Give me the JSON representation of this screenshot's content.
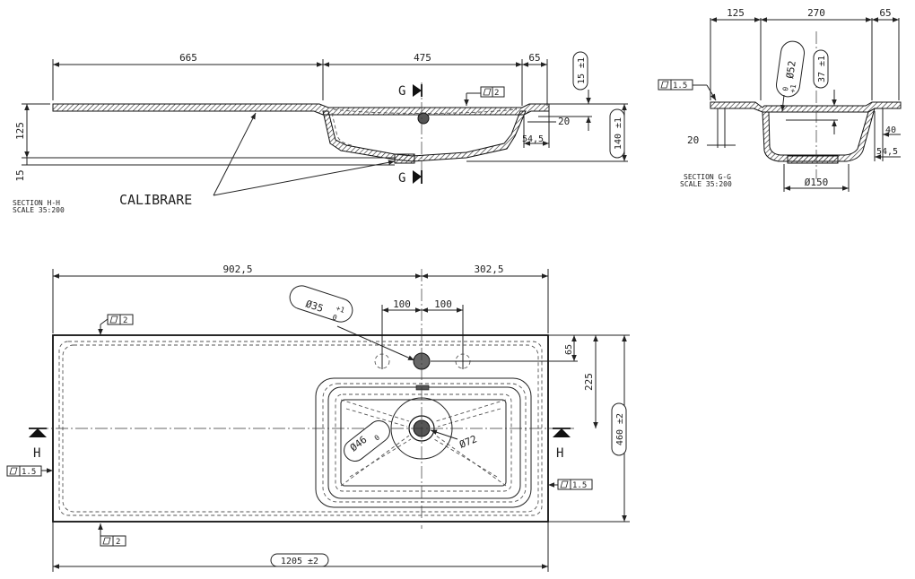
{
  "drawing": {
    "section_hh": {
      "label": "SECTION H-H",
      "scale": "SCALE 35:200",
      "dims": {
        "d665": "665",
        "d475": "475",
        "d65": "65",
        "d125": "125",
        "d15": "15",
        "d20": "20",
        "d54_5": "54,5",
        "tol15": "15 ±1",
        "tol140": "140 ±1",
        "flat2": "2"
      },
      "cut_label": "G",
      "callout": "CALIBRARE"
    },
    "section_gg": {
      "label": "SECTION G-G",
      "scale": "SCALE 35:200",
      "dims": {
        "d125": "125",
        "d270": "270",
        "d65": "65",
        "d20": "20",
        "d40": "40",
        "d54_5": "54,5",
        "dia150": "Ø150",
        "tol37": "37 ±1",
        "dia52": "Ø52",
        "dia52_tol_plus": "+1",
        "dia52_tol_zero": "0",
        "flat1_5": "1.5"
      }
    },
    "plan": {
      "dims": {
        "d902_5": "902,5",
        "d302_5": "302,5",
        "d100a": "100",
        "d100b": "100",
        "d65": "65",
        "d225": "225",
        "tol460": "460 ±2",
        "tol1205": "1205 ±2",
        "dia35": "Ø35",
        "dia35_tol_plus": "+1",
        "dia35_tol_zero": "0",
        "dia46": "Ø46",
        "dia46_tol": "0",
        "dia72": "Ø72",
        "flat2_top": "2",
        "flat2_bottom": "2",
        "flat1_5_left": "1.5",
        "flat1_5_right": "1.5"
      },
      "cut_label_left": "H",
      "cut_label_right": "H"
    }
  }
}
